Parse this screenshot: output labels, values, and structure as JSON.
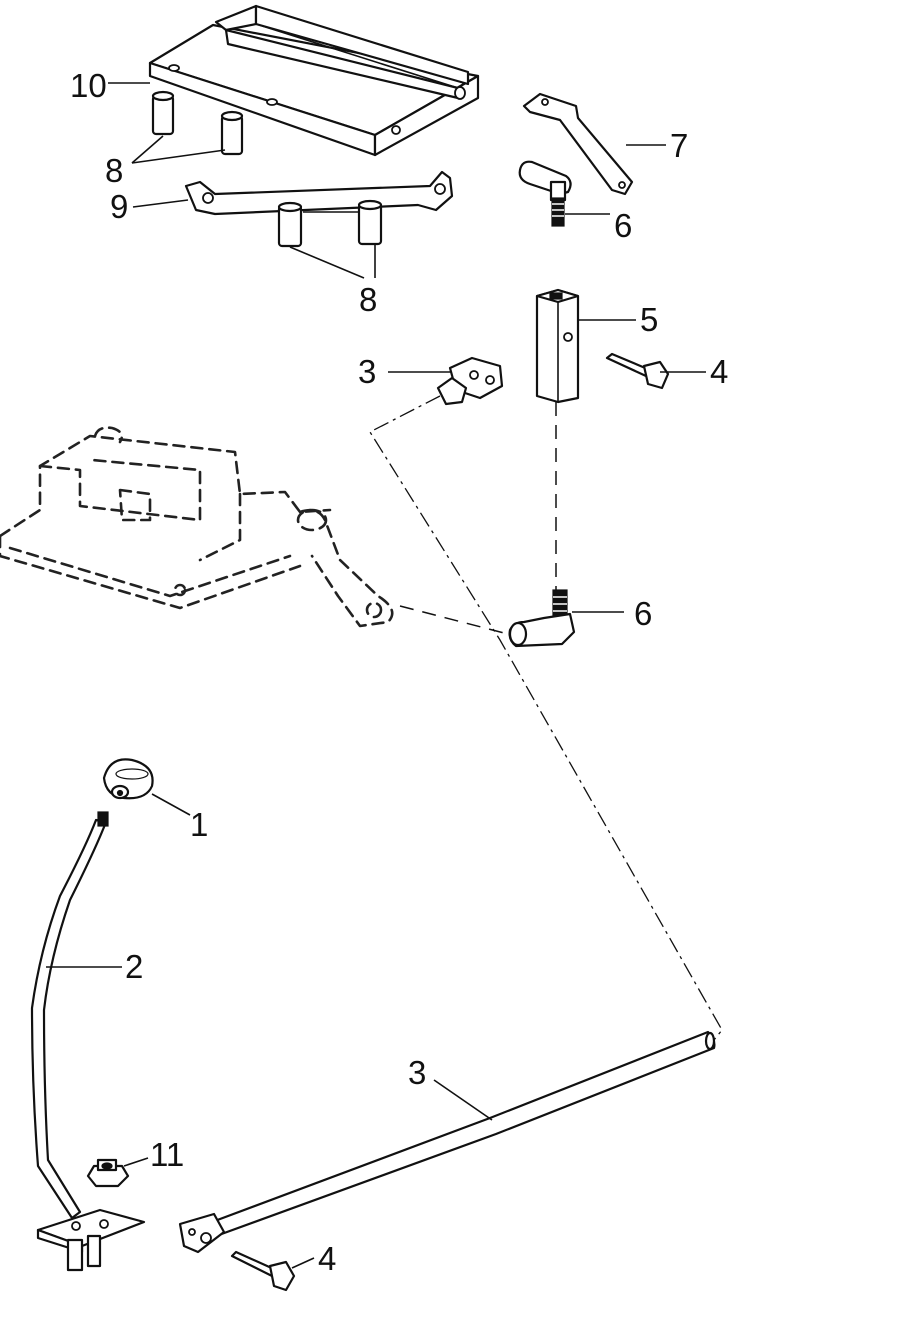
{
  "diagram": {
    "callouts": {
      "c1": "1",
      "c2": "2",
      "c3a": "3",
      "c3b": "3",
      "c4a": "4",
      "c4b": "4",
      "c5": "5",
      "c6a": "6",
      "c6b": "6",
      "c7": "7",
      "c8a": "8",
      "c8b": "8",
      "c9": "9",
      "c10": "10",
      "c11": "11"
    }
  }
}
